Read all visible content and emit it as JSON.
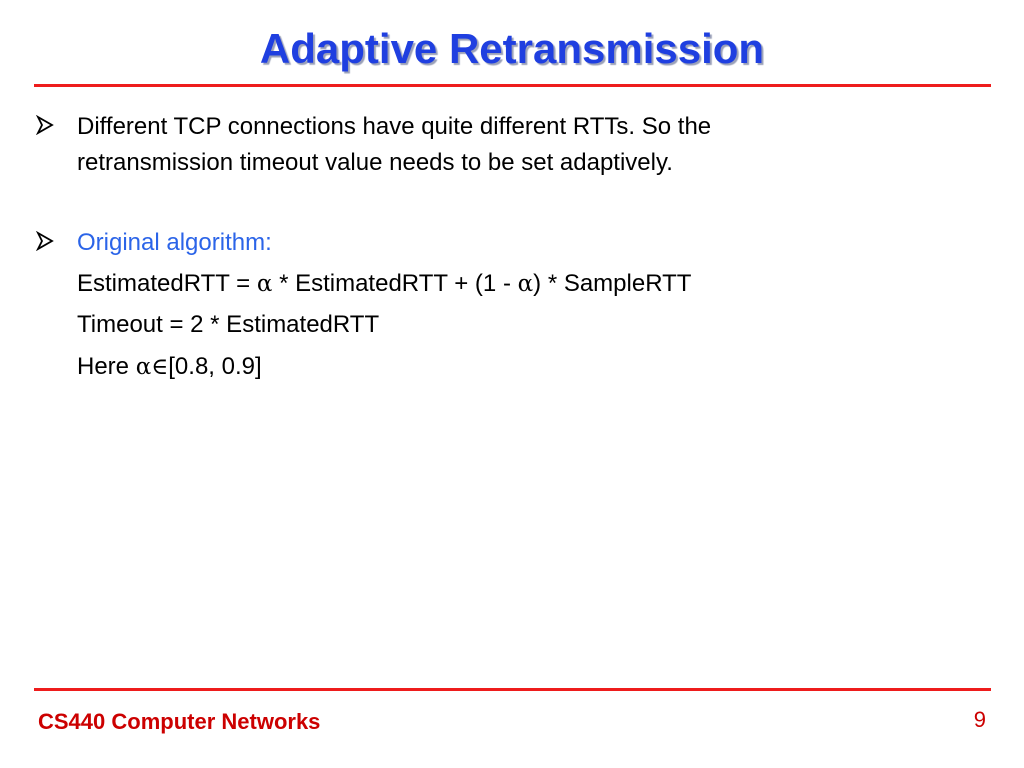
{
  "colors": {
    "title": "#1f3fe0",
    "rule": "#ee1c1c",
    "highlight": "#2b64e8",
    "footer_left": "#cc0000",
    "footer_right": "#cc0000"
  },
  "slide": {
    "title": "Adaptive Retransmission",
    "bullet_icon": "arrowhead-bullet-icon",
    "bullets": [
      {
        "lines": [
          "Different TCP connections have quite different RTTs. So the",
          "retransmission timeout value needs to be set adaptively."
        ]
      },
      {
        "heading": "Original algorithm:",
        "formula_1": {
          "part_a": "EstimatedRTT = ",
          "alpha_1": "α",
          "part_b": " * EstimatedRTT + (1 - ",
          "alpha_2": "α",
          "part_c": ") * SampleRTT"
        },
        "formula_2": "Timeout = 2 * EstimatedRTT",
        "formula_3": {
          "part_a": "Here ",
          "alpha": "α",
          "element_of": "∈",
          "range": "[0.8, 0.9]"
        }
      }
    ]
  },
  "footer": {
    "course": "CS440 Computer Networks",
    "page_number": "9"
  }
}
